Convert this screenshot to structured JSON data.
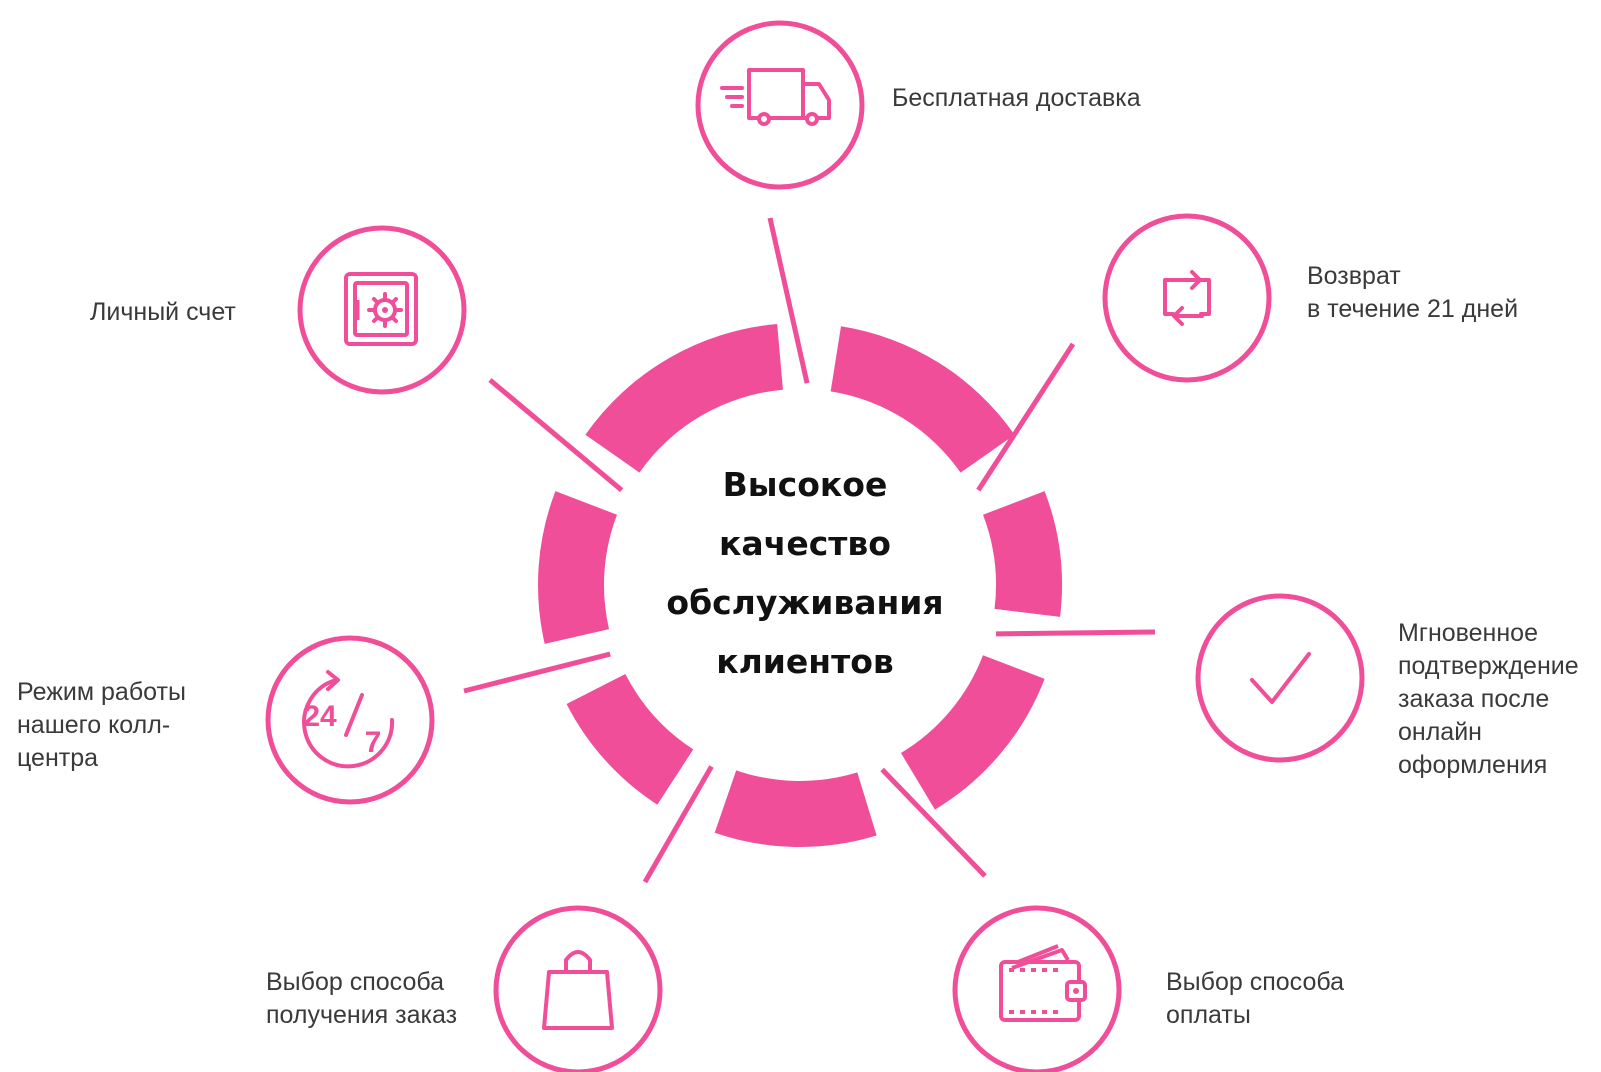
{
  "colors": {
    "accent": "#f04e98",
    "text": "#3a3a3a",
    "title": "#111111",
    "background": "#ffffff"
  },
  "center": {
    "title_lines": [
      "Высокое",
      "качество",
      "обслуживания",
      "клиентов"
    ]
  },
  "nodes": [
    {
      "id": "delivery",
      "icon": "truck-icon",
      "lines": [
        "Бесплатная доставка"
      ]
    },
    {
      "id": "return",
      "icon": "refresh-icon",
      "lines": [
        "Возврат",
        "в течение  21 дней"
      ]
    },
    {
      "id": "confirm",
      "icon": "checkmark-icon",
      "lines": [
        "Мгновенное",
        "подтверждение",
        "заказа после",
        "онлайн",
        "оформления"
      ]
    },
    {
      "id": "payment",
      "icon": "wallet-icon",
      "lines": [
        "Выбор способа",
        "оплаты"
      ]
    },
    {
      "id": "pickup",
      "icon": "shopping-bag-icon",
      "lines": [
        "Выбор способа",
        "получения  заказ"
      ]
    },
    {
      "id": "support",
      "icon": "clock-24-7-icon",
      "lines": [
        "Режим работы",
        "нашего колл-",
        "центра"
      ],
      "icon_text": {
        "hours": "24",
        "days": "7"
      }
    },
    {
      "id": "account",
      "icon": "safe-icon",
      "lines": [
        "Личный  счет"
      ]
    }
  ]
}
